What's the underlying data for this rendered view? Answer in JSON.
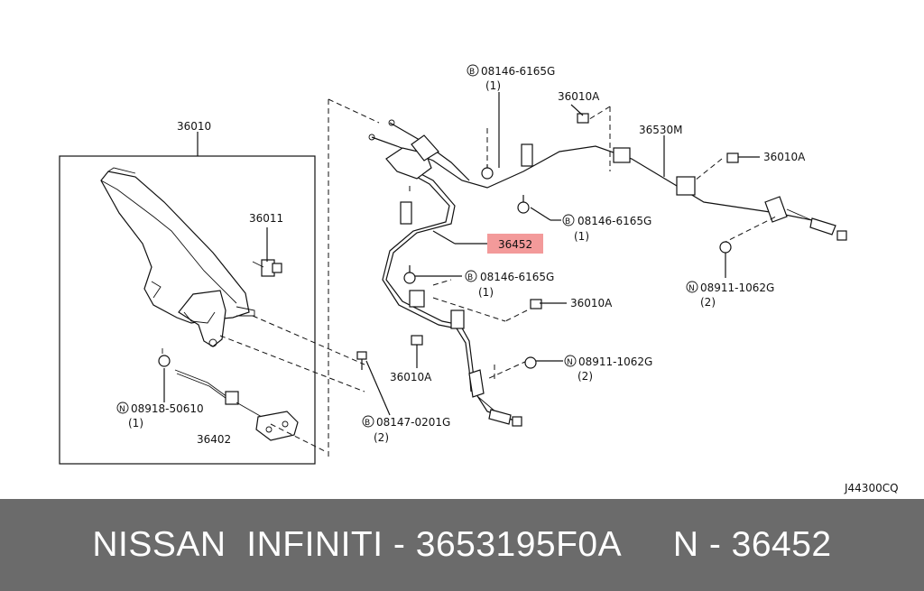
{
  "diagram": {
    "labels": {
      "p36010": "36010",
      "p36011": "36011",
      "p36402": "36402",
      "n08918": "08918-50610",
      "n08918_qty": "(1)",
      "b08146_top": "08146-6165G",
      "b08146_top_qty": "(1)",
      "p36010a_top": "36010A",
      "p36530m": "36530M",
      "p36010a_right": "36010A",
      "b08146_mid": "08146-6165G",
      "b08146_mid_qty": "(1)",
      "p36452": "36452",
      "b08146_low": "08146-6165G",
      "b08146_low_qty": "(1)",
      "n08911_right": "08911-1062G",
      "n08911_right_qty": "(2)",
      "p36010a_mid": "36010A",
      "p36010a_low": "36010A",
      "n08911_low": "08911-1062G",
      "n08911_low_qty": "(2)",
      "b08147": "08147-0201G",
      "b08147_qty": "(2)",
      "ref_code": "J44300CQ"
    },
    "markers": {
      "bolt": "B",
      "nut": "N"
    },
    "highlight_color": "#f39a9a"
  },
  "footer": {
    "brand": "NISSAN  INFINITI",
    "sep1": " - ",
    "part_number": "3653195F0A",
    "gap": "     ",
    "diagram_ref": "N - 36452"
  }
}
